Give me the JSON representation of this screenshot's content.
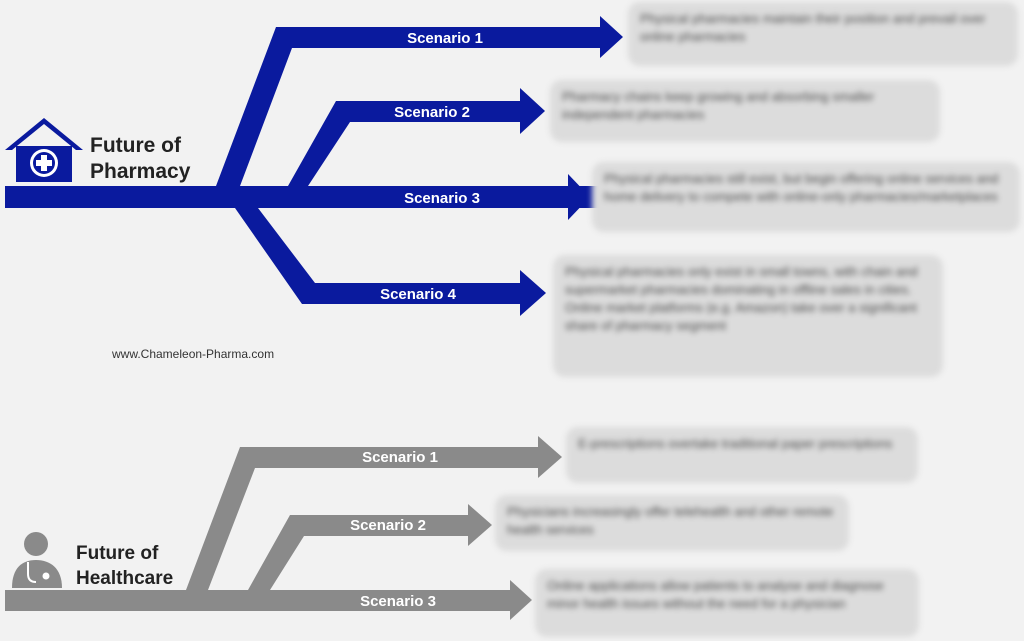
{
  "pharmacy": {
    "title_line1": "Future of",
    "title_line2": "Pharmacy",
    "color": "#0a1a9e",
    "scenarios": [
      {
        "label": "Scenario 1",
        "text": "Physical pharmacies maintain their position and prevail over online pharmacies"
      },
      {
        "label": "Scenario 2",
        "text": "Pharmacy chains keep growing and absorbing smaller independent pharmacies"
      },
      {
        "label": "Scenario 3",
        "text": "Physical pharmacies still exist, but begin offering online services and home delivery to compete with online-only pharmacies/marketplaces"
      },
      {
        "label": "Scenario 4",
        "text": "Physical pharmacies only exist in small towns, with chain and supermarket pharmacies dominating in offline sales in cities. Online market platforms (e.g. Amazon) take over a significant share of pharmacy segment"
      }
    ]
  },
  "website": "www.Chameleon-Pharma.com",
  "healthcare": {
    "title_line1": "Future of",
    "title_line2": "Healthcare",
    "color": "#8a8a8a",
    "scenarios": [
      {
        "label": "Scenario 1",
        "text": "E-prescriptions overtake traditional paper prescriptions"
      },
      {
        "label": "Scenario 2",
        "text": "Physicians increasingly offer telehealth and other remote health services"
      },
      {
        "label": "Scenario 3",
        "text": "Online applications allow patients to analyse and diagnose minor health issues without the need for a physician"
      }
    ]
  },
  "icons": [
    "pharmacy-house-icon",
    "doctor-icon"
  ]
}
